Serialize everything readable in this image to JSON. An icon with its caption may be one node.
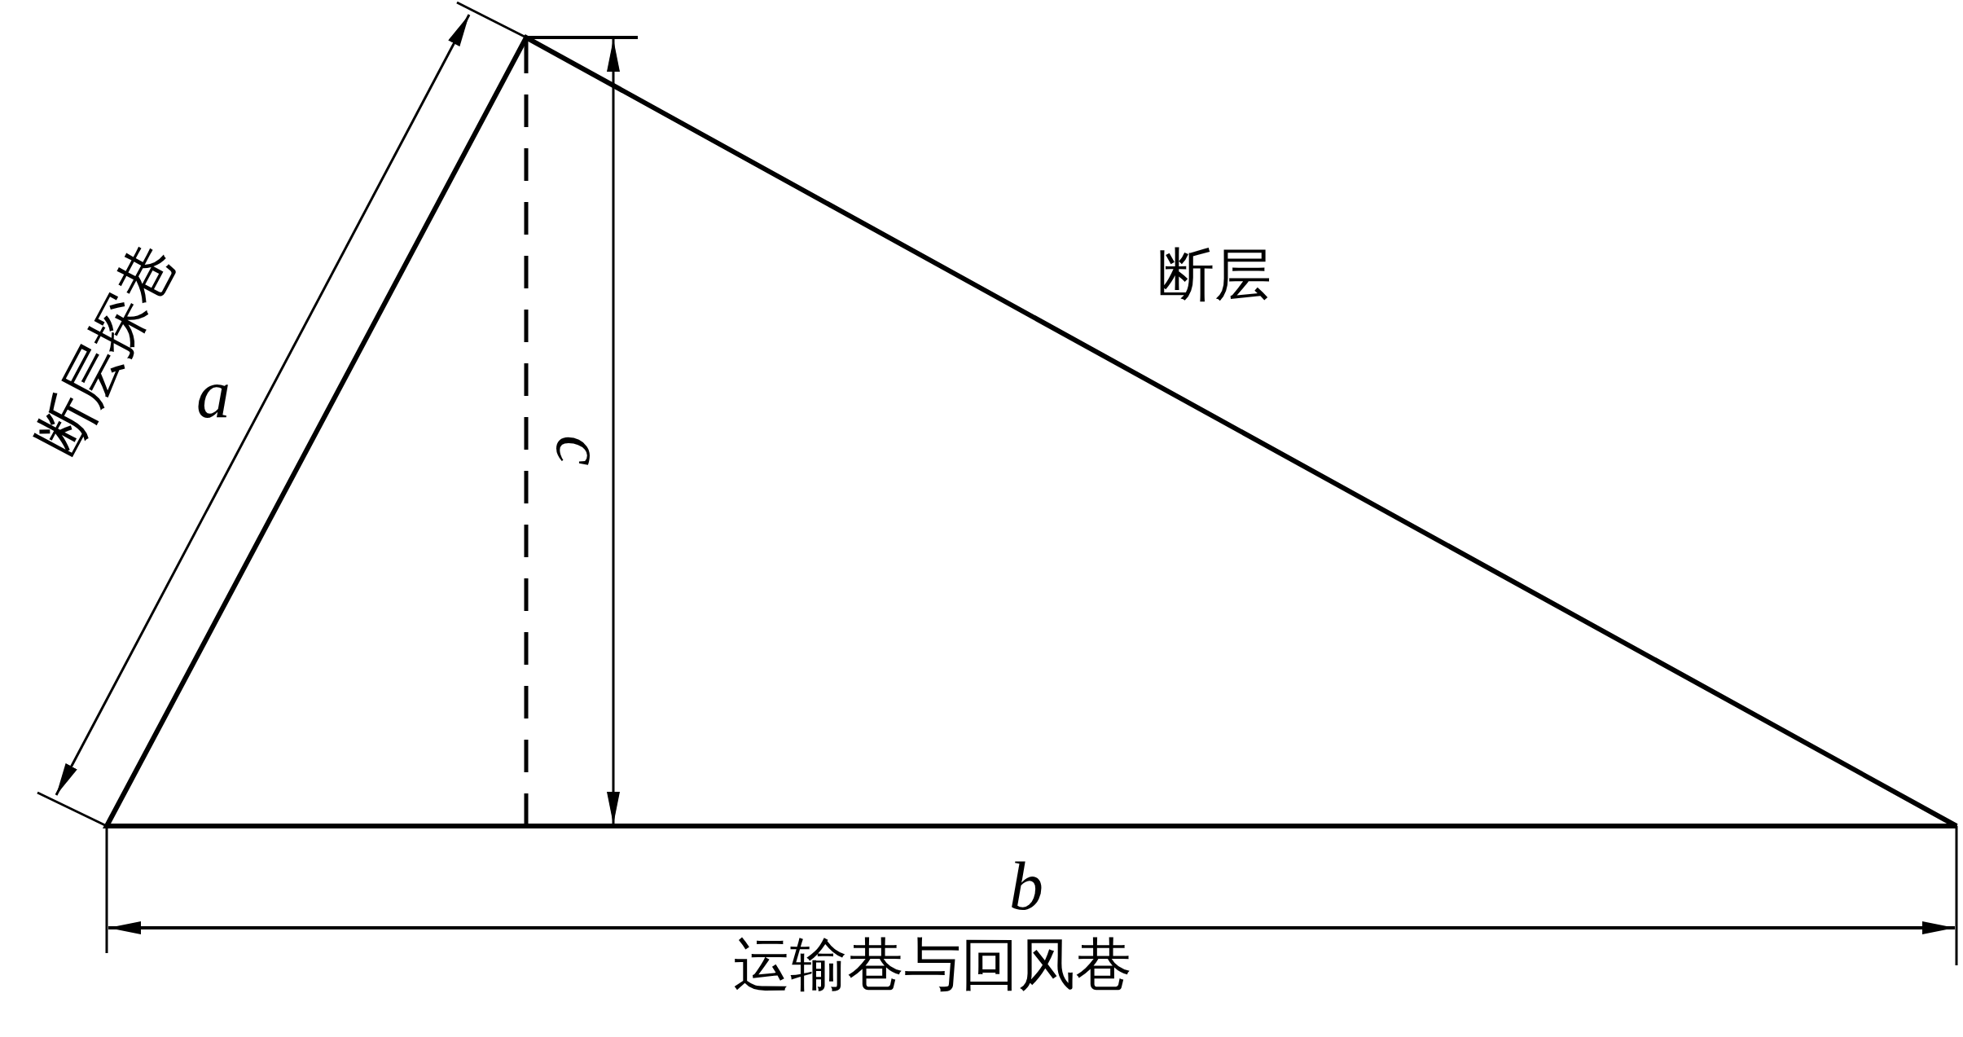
{
  "diagram": {
    "labels": [
      "断层探巷",
      "a",
      "断层",
      "c",
      "b",
      "运输巷与回风巷"
    ]
  }
}
